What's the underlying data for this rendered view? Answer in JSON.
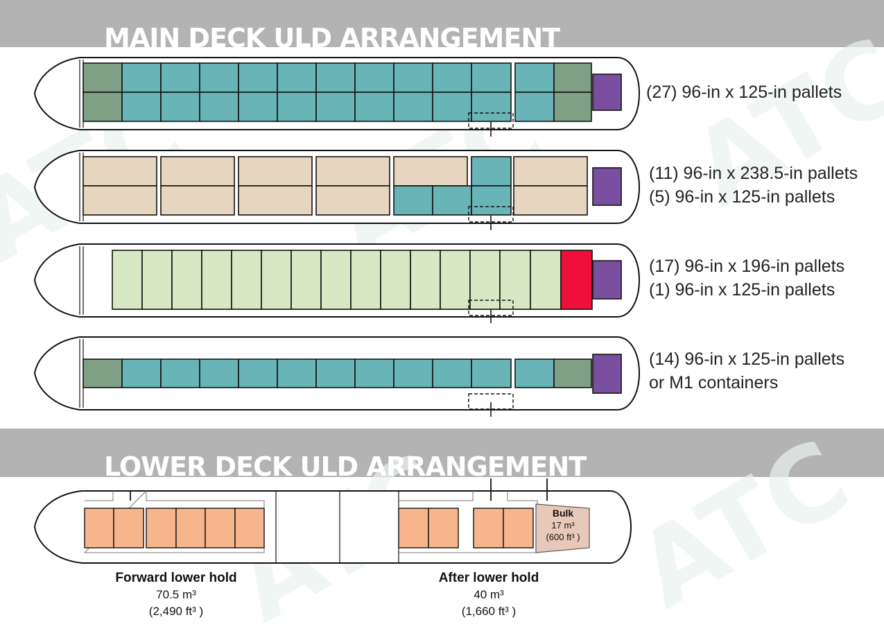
{
  "headings": {
    "main_deck": "MAIN DECK ULD ARRANGEMENT",
    "lower_deck": "LOWER DECK ULD ARRANGEMENT"
  },
  "watermark_text": "ATC",
  "colors": {
    "pallet_96x125": "#69b4b6",
    "pallet_96x238": "#e6d6c0",
    "pallet_96x196": "#d6e8c4",
    "pallet_end_green": "#80a086",
    "pallet_red": "#ee0f3a",
    "purple_unit": "#7b4fa0",
    "lower_container": "#f7b58c",
    "bulk_area": "#e8c8b8",
    "band_grey": "#b3b3b3"
  },
  "main_deck": [
    {
      "caption_lines": [
        "(27) 96-in x 125-in pallets"
      ]
    },
    {
      "caption_lines": [
        "(11) 96-in x 238.5-in pallets",
        "(5) 96-in x 125-in pallets"
      ]
    },
    {
      "caption_lines": [
        "(17) 96-in x 196-in pallets",
        "(1) 96-in x 125-in pallets"
      ]
    },
    {
      "caption_lines": [
        "(14) 96-in x 125-in pallets",
        "or M1 containers"
      ]
    }
  ],
  "lower_deck": {
    "forward": {
      "name": "Forward lower hold",
      "volume_m3": "70.5 m³",
      "volume_ft3": "(2,490 ft³ )"
    },
    "after": {
      "name": "After lower hold",
      "volume_m3": "40 m³",
      "volume_ft3": "(1,660 ft³ )"
    },
    "bulk": {
      "name": "Bulk",
      "volume_m3": "17 m³",
      "volume_ft3": "(600 ft³ )"
    }
  }
}
